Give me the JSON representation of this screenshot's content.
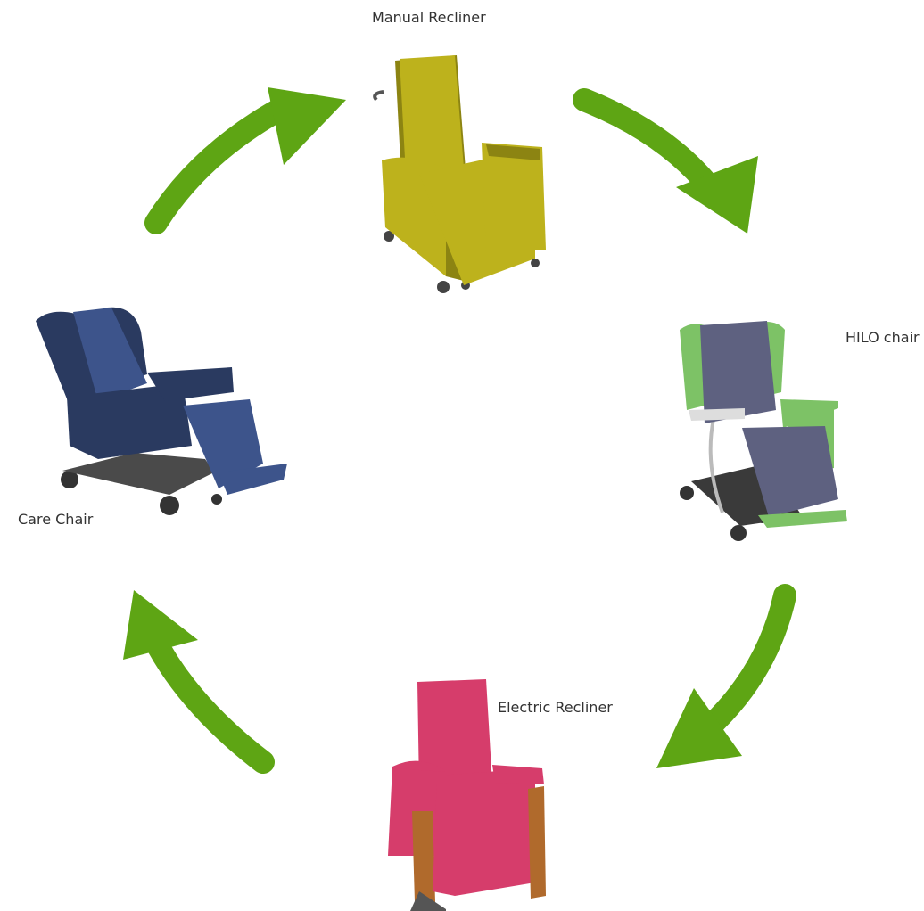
{
  "diagram": {
    "type": "cycle",
    "arrow_color": "#5ea514",
    "nodes": [
      {
        "id": "manual",
        "label": "Manual Recliner",
        "upholstery_color": "#bdb21c",
        "frame_color": "#8c8412"
      },
      {
        "id": "hilo",
        "label": "HILO chair",
        "upholstery_color": "#5e6180",
        "wing_color": "#7dc266",
        "frame_color": "#3a3a3a"
      },
      {
        "id": "electric",
        "label": "Electric Recliner",
        "upholstery_color": "#d63d6b",
        "wood_color": "#b06a2c"
      },
      {
        "id": "care",
        "label": "Care Chair",
        "upholstery_color": "#2a3a60",
        "frame_color": "#3a3a3a"
      }
    ],
    "edges": [
      {
        "from": "manual",
        "to": "hilo"
      },
      {
        "from": "hilo",
        "to": "electric"
      },
      {
        "from": "electric",
        "to": "care"
      },
      {
        "from": "care",
        "to": "manual"
      }
    ]
  }
}
